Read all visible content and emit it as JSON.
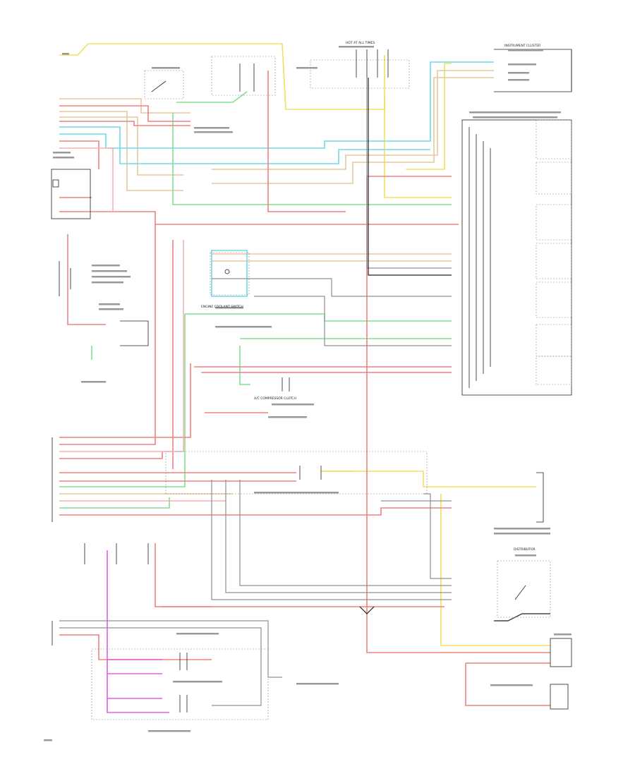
{
  "wire_colors": {
    "red_pink": "#f08080",
    "light_pink": "#f5b0b0",
    "yellow": "#f0e060",
    "tan": "#e8c898",
    "light_blue": "#70d8e8",
    "light_green": "#80e090",
    "magenta": "#e060e0",
    "gray": "#909090",
    "dark_gray": "#505050",
    "black": "#202020"
  },
  "labels": {
    "corner_top_left": "",
    "hot_at_all_times": "HOT AT ALL TIMES",
    "instrument_cluster": "INSTRUMENT CLUSTER",
    "ac_compressor_clutch": "A/C COMPRESSOR CLUTCH",
    "distributor": "DISTRIBUTOR",
    "engine_coolant_switch": "ENGINE COOLANT SWITCH",
    "page_ref": ""
  }
}
